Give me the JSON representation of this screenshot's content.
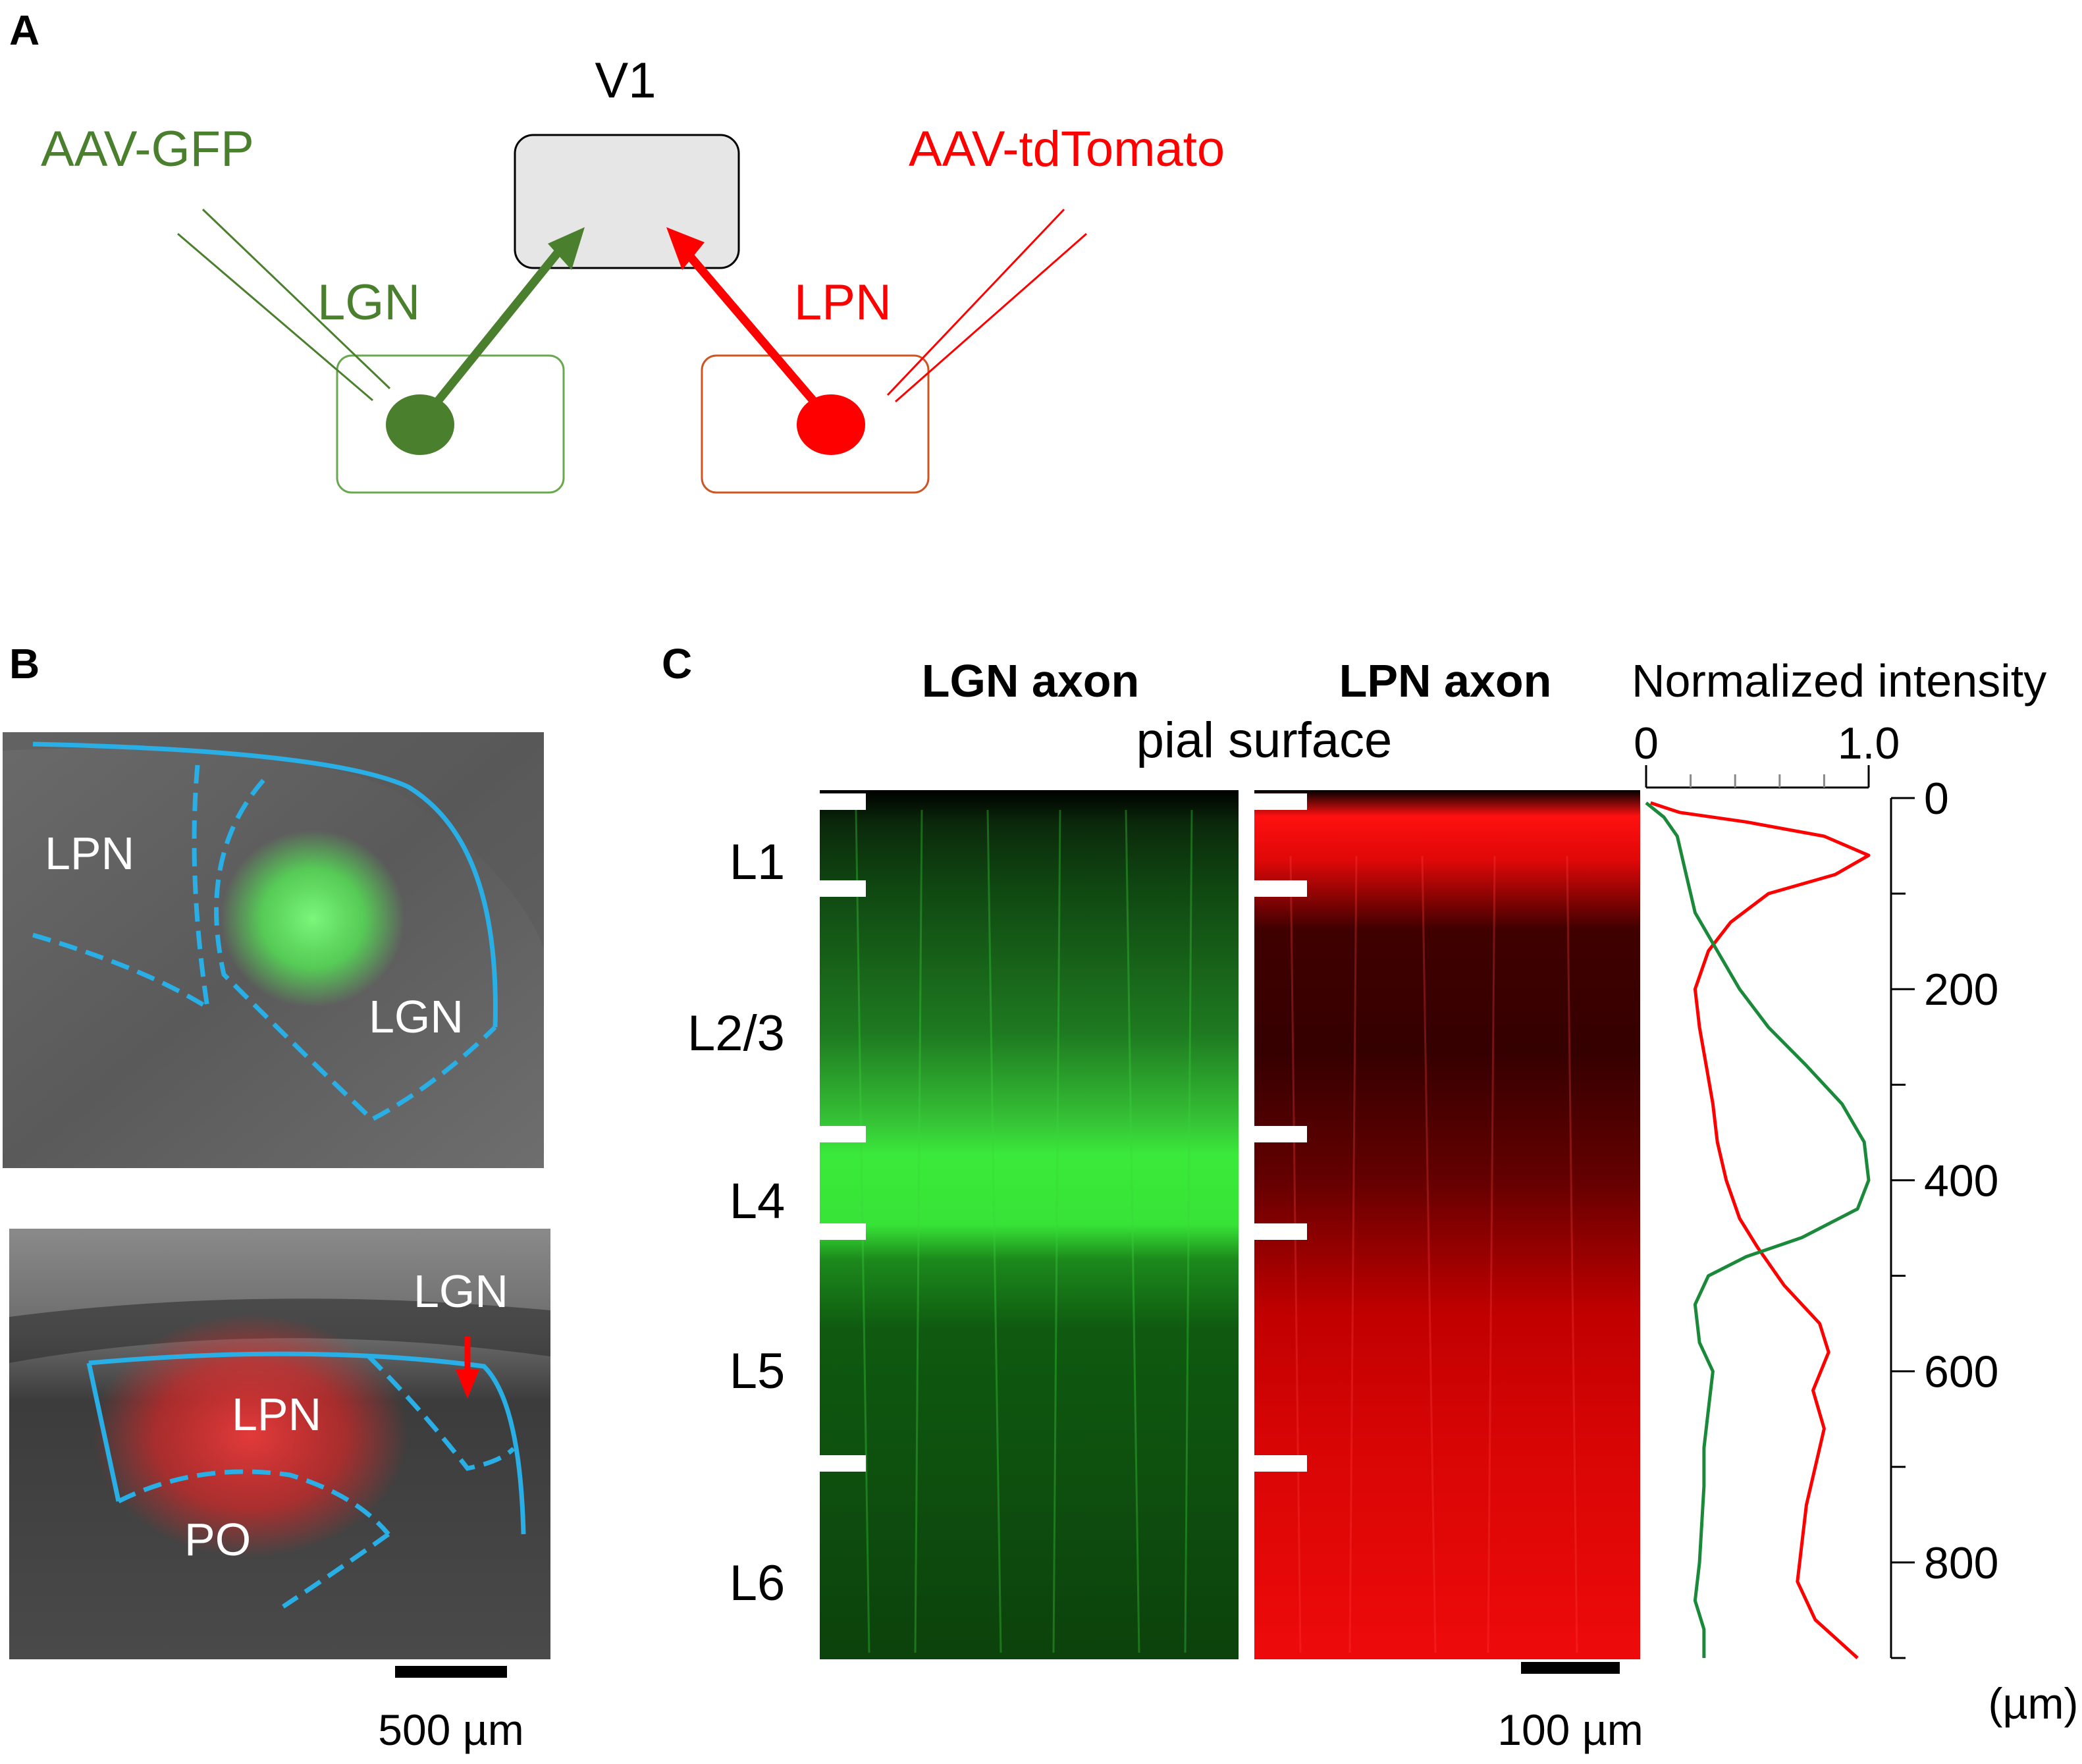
{
  "panel_a": {
    "letter": "A",
    "v1_label": "V1",
    "gfp_label": "AAV-GFP",
    "tdtomato_label": "AAV-tdTomato",
    "lgn_label": "LGN",
    "lpn_label": "LPN",
    "colors": {
      "green": "#4a7f2e",
      "red": "#ff0000",
      "v1_fill": "#e6e6e6",
      "lgn_box": "#6aa84f",
      "lpn_box": "#cc5522"
    }
  },
  "panel_b": {
    "letter": "B",
    "top_lpn_label": "LPN",
    "top_lgn_label": "LGN",
    "bottom_lgn_label": "LGN",
    "bottom_lpn_label": "LPN",
    "bottom_po_label": "PO",
    "scale_label": "500 µm",
    "outline_color": "#29aee6"
  },
  "panel_c": {
    "letter": "C",
    "lgn_axon_title": "LGN axon",
    "lpn_axon_title": "LPN axon",
    "pial_label": "pial surface",
    "layers": [
      "L1",
      "L2/3",
      "L4",
      "L5",
      "L6"
    ],
    "scale_label": "100 µm",
    "plot_title": "Normalized intensity",
    "unit_label": "(µm)"
  },
  "chart_data": {
    "type": "line",
    "title": "Normalized intensity",
    "xlabel": "Normalized intensity",
    "ylabel": "(µm)",
    "xlim": [
      0,
      1.0
    ],
    "ylim": [
      0,
      900
    ],
    "y_inverted": true,
    "x_ticks": [
      0,
      1.0
    ],
    "y_ticks": [
      0,
      200,
      400,
      600,
      800
    ],
    "series": [
      {
        "color": "#ff0000",
        "points": [
          [
            0.02,
            5
          ],
          [
            0.15,
            15
          ],
          [
            0.45,
            25
          ],
          [
            0.8,
            40
          ],
          [
            1.0,
            60
          ],
          [
            0.85,
            80
          ],
          [
            0.55,
            100
          ],
          [
            0.38,
            130
          ],
          [
            0.28,
            160
          ],
          [
            0.22,
            200
          ],
          [
            0.24,
            240
          ],
          [
            0.27,
            280
          ],
          [
            0.3,
            320
          ],
          [
            0.32,
            360
          ],
          [
            0.36,
            400
          ],
          [
            0.42,
            440
          ],
          [
            0.5,
            470
          ],
          [
            0.62,
            510
          ],
          [
            0.78,
            550
          ],
          [
            0.82,
            580
          ],
          [
            0.75,
            620
          ],
          [
            0.8,
            660
          ],
          [
            0.76,
            700
          ],
          [
            0.72,
            740
          ],
          [
            0.7,
            780
          ],
          [
            0.68,
            820
          ],
          [
            0.76,
            860
          ],
          [
            0.95,
            900
          ]
        ]
      },
      {
        "color": "#1a8a3a",
        "points": [
          [
            0.0,
            5
          ],
          [
            0.08,
            20
          ],
          [
            0.14,
            40
          ],
          [
            0.18,
            80
          ],
          [
            0.22,
            120
          ],
          [
            0.32,
            160
          ],
          [
            0.42,
            200
          ],
          [
            0.55,
            240
          ],
          [
            0.72,
            280
          ],
          [
            0.88,
            320
          ],
          [
            0.98,
            360
          ],
          [
            1.0,
            400
          ],
          [
            0.95,
            430
          ],
          [
            0.7,
            460
          ],
          [
            0.45,
            480
          ],
          [
            0.28,
            500
          ],
          [
            0.22,
            530
          ],
          [
            0.24,
            570
          ],
          [
            0.3,
            600
          ],
          [
            0.28,
            640
          ],
          [
            0.26,
            680
          ],
          [
            0.26,
            720
          ],
          [
            0.25,
            760
          ],
          [
            0.24,
            800
          ],
          [
            0.22,
            840
          ],
          [
            0.26,
            870
          ],
          [
            0.26,
            900
          ]
        ]
      }
    ]
  }
}
